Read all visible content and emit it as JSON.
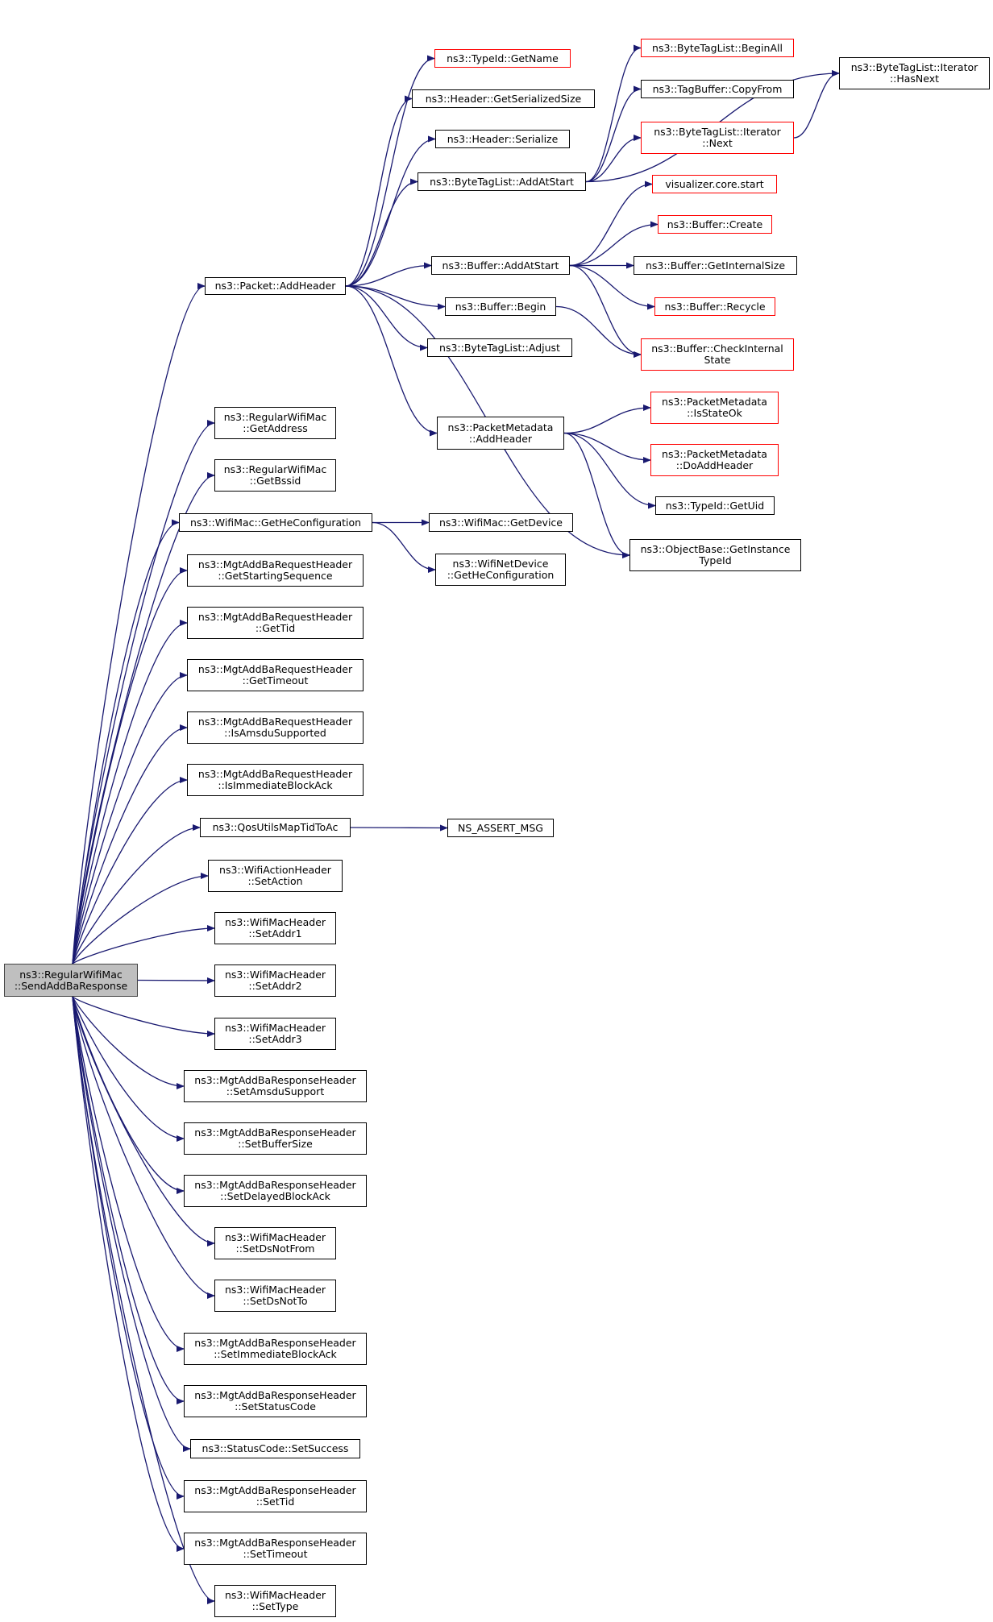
{
  "colors": {
    "edge": "#191970",
    "node_border": "#000000",
    "node_border_truncated": "#ff0000",
    "root_fill": "#bfbfbf"
  },
  "nodes": {
    "root": {
      "line1": "ns3::RegularWifiMac",
      "line2": "::SendAddBaResponse"
    },
    "packet_addheader": {
      "line1": "ns3::Packet::AddHeader"
    },
    "typeid_getname": {
      "line1": "ns3::TypeId::GetName"
    },
    "header_getserializedsize": {
      "line1": "ns3::Header::GetSerializedSize"
    },
    "header_serialize": {
      "line1": "ns3::Header::Serialize"
    },
    "bytetaglist_addatstart": {
      "line1": "ns3::ByteTagList::AddAtStart"
    },
    "bytetaglist_beginall": {
      "line1": "ns3::ByteTagList::BeginAll"
    },
    "tagbuffer_copyfrom": {
      "line1": "ns3::TagBuffer::CopyFrom"
    },
    "bytetaglist_iterator_next": {
      "line1": "ns3::ByteTagList::Iterator",
      "line2": "::Next"
    },
    "bytetaglist_iterator_hasnext": {
      "line1": "ns3::ByteTagList::Iterator",
      "line2": "::HasNext"
    },
    "visualizer_core_start": {
      "line1": "visualizer.core.start"
    },
    "buffer_create": {
      "line1": "ns3::Buffer::Create"
    },
    "buffer_addatstart": {
      "line1": "ns3::Buffer::AddAtStart"
    },
    "buffer_getinternalsize": {
      "line1": "ns3::Buffer::GetInternalSize"
    },
    "buffer_recycle": {
      "line1": "ns3::Buffer::Recycle"
    },
    "buffer_begin": {
      "line1": "ns3::Buffer::Begin"
    },
    "buffer_checkinternalstate": {
      "line1": "ns3::Buffer::CheckInternal",
      "line2": "State"
    },
    "bytetaglist_adjust": {
      "line1": "ns3::ByteTagList::Adjust"
    },
    "packetmetadata_addheader": {
      "line1": "ns3::PacketMetadata",
      "line2": "::AddHeader"
    },
    "packetmetadata_isstateok": {
      "line1": "ns3::PacketMetadata",
      "line2": "::IsStateOk"
    },
    "packetmetadata_doaddheader": {
      "line1": "ns3::PacketMetadata",
      "line2": "::DoAddHeader"
    },
    "typeid_getuid": {
      "line1": "ns3::TypeId::GetUid"
    },
    "objectbase_getinstancetypeid": {
      "line1": "ns3::ObjectBase::GetInstance",
      "line2": "TypeId"
    },
    "regularwifimac_getaddress": {
      "line1": "ns3::RegularWifiMac",
      "line2": "::GetAddress"
    },
    "regularwifimac_getbssid": {
      "line1": "ns3::RegularWifiMac",
      "line2": "::GetBssid"
    },
    "wifimac_gethe": {
      "line1": "ns3::WifiMac::GetHeConfiguration"
    },
    "wifimac_getdevice": {
      "line1": "ns3::WifiMac::GetDevice"
    },
    "wifinetdevice_gethe": {
      "line1": "ns3::WifiNetDevice",
      "line2": "::GetHeConfiguration"
    },
    "req_getstartingsequence": {
      "line1": "ns3::MgtAddBaRequestHeader",
      "line2": "::GetStartingSequence"
    },
    "req_gettid": {
      "line1": "ns3::MgtAddBaRequestHeader",
      "line2": "::GetTid"
    },
    "req_gettimeout": {
      "line1": "ns3::MgtAddBaRequestHeader",
      "line2": "::GetTimeout"
    },
    "req_isamsdusupported": {
      "line1": "ns3::MgtAddBaRequestHeader",
      "line2": "::IsAmsduSupported"
    },
    "req_isimmediateblockack": {
      "line1": "ns3::MgtAddBaRequestHeader",
      "line2": "::IsImmediateBlockAck"
    },
    "qosutils_maptidtoac": {
      "line1": "ns3::QosUtilsMapTidToAc"
    },
    "ns_assert_msg": {
      "line1": "NS_ASSERT_MSG"
    },
    "wifiaction_setaction": {
      "line1": "ns3::WifiActionHeader",
      "line2": "::SetAction"
    },
    "machdr_setaddr1": {
      "line1": "ns3::WifiMacHeader",
      "line2": "::SetAddr1"
    },
    "machdr_setaddr2": {
      "line1": "ns3::WifiMacHeader",
      "line2": "::SetAddr2"
    },
    "machdr_setaddr3": {
      "line1": "ns3::WifiMacHeader",
      "line2": "::SetAddr3"
    },
    "resp_setamsdusupport": {
      "line1": "ns3::MgtAddBaResponseHeader",
      "line2": "::SetAmsduSupport"
    },
    "resp_setbuffersize": {
      "line1": "ns3::MgtAddBaResponseHeader",
      "line2": "::SetBufferSize"
    },
    "resp_setdelayedblockack": {
      "line1": "ns3::MgtAddBaResponseHeader",
      "line2": "::SetDelayedBlockAck"
    },
    "machdr_setdsnotfrom": {
      "line1": "ns3::WifiMacHeader",
      "line2": "::SetDsNotFrom"
    },
    "machdr_setdsnotto": {
      "line1": "ns3::WifiMacHeader",
      "line2": "::SetDsNotTo"
    },
    "resp_setimmediateblockack": {
      "line1": "ns3::MgtAddBaResponseHeader",
      "line2": "::SetImmediateBlockAck"
    },
    "resp_setstatuscode": {
      "line1": "ns3::MgtAddBaResponseHeader",
      "line2": "::SetStatusCode"
    },
    "statuscode_setsuccess": {
      "line1": "ns3::StatusCode::SetSuccess"
    },
    "resp_settid": {
      "line1": "ns3::MgtAddBaResponseHeader",
      "line2": "::SetTid"
    },
    "resp_settimeout": {
      "line1": "ns3::MgtAddBaResponseHeader",
      "line2": "::SetTimeout"
    },
    "machdr_settype": {
      "line1": "ns3::WifiMacHeader",
      "line2": "::SetType"
    }
  },
  "edges": [
    [
      "root",
      "packet_addheader"
    ],
    [
      "root",
      "regularwifimac_getaddress"
    ],
    [
      "root",
      "regularwifimac_getbssid"
    ],
    [
      "root",
      "wifimac_gethe"
    ],
    [
      "root",
      "req_getstartingsequence"
    ],
    [
      "root",
      "req_gettid"
    ],
    [
      "root",
      "req_gettimeout"
    ],
    [
      "root",
      "req_isamsdusupported"
    ],
    [
      "root",
      "req_isimmediateblockack"
    ],
    [
      "root",
      "qosutils_maptidtoac"
    ],
    [
      "root",
      "wifiaction_setaction"
    ],
    [
      "root",
      "machdr_setaddr1"
    ],
    [
      "root",
      "machdr_setaddr2"
    ],
    [
      "root",
      "machdr_setaddr3"
    ],
    [
      "root",
      "resp_setamsdusupport"
    ],
    [
      "root",
      "resp_setbuffersize"
    ],
    [
      "root",
      "resp_setdelayedblockack"
    ],
    [
      "root",
      "machdr_setdsnotfrom"
    ],
    [
      "root",
      "machdr_setdsnotto"
    ],
    [
      "root",
      "resp_setimmediateblockack"
    ],
    [
      "root",
      "resp_setstatuscode"
    ],
    [
      "root",
      "statuscode_setsuccess"
    ],
    [
      "root",
      "resp_settid"
    ],
    [
      "root",
      "resp_settimeout"
    ],
    [
      "root",
      "machdr_settype"
    ],
    [
      "packet_addheader",
      "typeid_getname"
    ],
    [
      "packet_addheader",
      "header_getserializedsize"
    ],
    [
      "packet_addheader",
      "header_serialize"
    ],
    [
      "packet_addheader",
      "bytetaglist_addatstart"
    ],
    [
      "packet_addheader",
      "buffer_addatstart"
    ],
    [
      "packet_addheader",
      "buffer_begin"
    ],
    [
      "packet_addheader",
      "bytetaglist_adjust"
    ],
    [
      "packet_addheader",
      "packetmetadata_addheader"
    ],
    [
      "packet_addheader",
      "objectbase_getinstancetypeid"
    ],
    [
      "bytetaglist_addatstart",
      "bytetaglist_beginall"
    ],
    [
      "bytetaglist_addatstart",
      "tagbuffer_copyfrom"
    ],
    [
      "bytetaglist_addatstart",
      "bytetaglist_iterator_next"
    ],
    [
      "bytetaglist_addatstart",
      "bytetaglist_iterator_hasnext"
    ],
    [
      "bytetaglist_iterator_next",
      "bytetaglist_iterator_hasnext"
    ],
    [
      "buffer_addatstart",
      "visualizer_core_start"
    ],
    [
      "buffer_addatstart",
      "buffer_create"
    ],
    [
      "buffer_addatstart",
      "buffer_getinternalsize"
    ],
    [
      "buffer_addatstart",
      "buffer_recycle"
    ],
    [
      "buffer_addatstart",
      "buffer_checkinternalstate"
    ],
    [
      "buffer_begin",
      "buffer_checkinternalstate"
    ],
    [
      "packetmetadata_addheader",
      "packetmetadata_isstateok"
    ],
    [
      "packetmetadata_addheader",
      "packetmetadata_doaddheader"
    ],
    [
      "packetmetadata_addheader",
      "typeid_getuid"
    ],
    [
      "packetmetadata_addheader",
      "objectbase_getinstancetypeid"
    ],
    [
      "wifimac_gethe",
      "wifimac_getdevice"
    ],
    [
      "wifimac_gethe",
      "wifinetdevice_gethe"
    ],
    [
      "qosutils_maptidtoac",
      "ns_assert_msg"
    ]
  ]
}
